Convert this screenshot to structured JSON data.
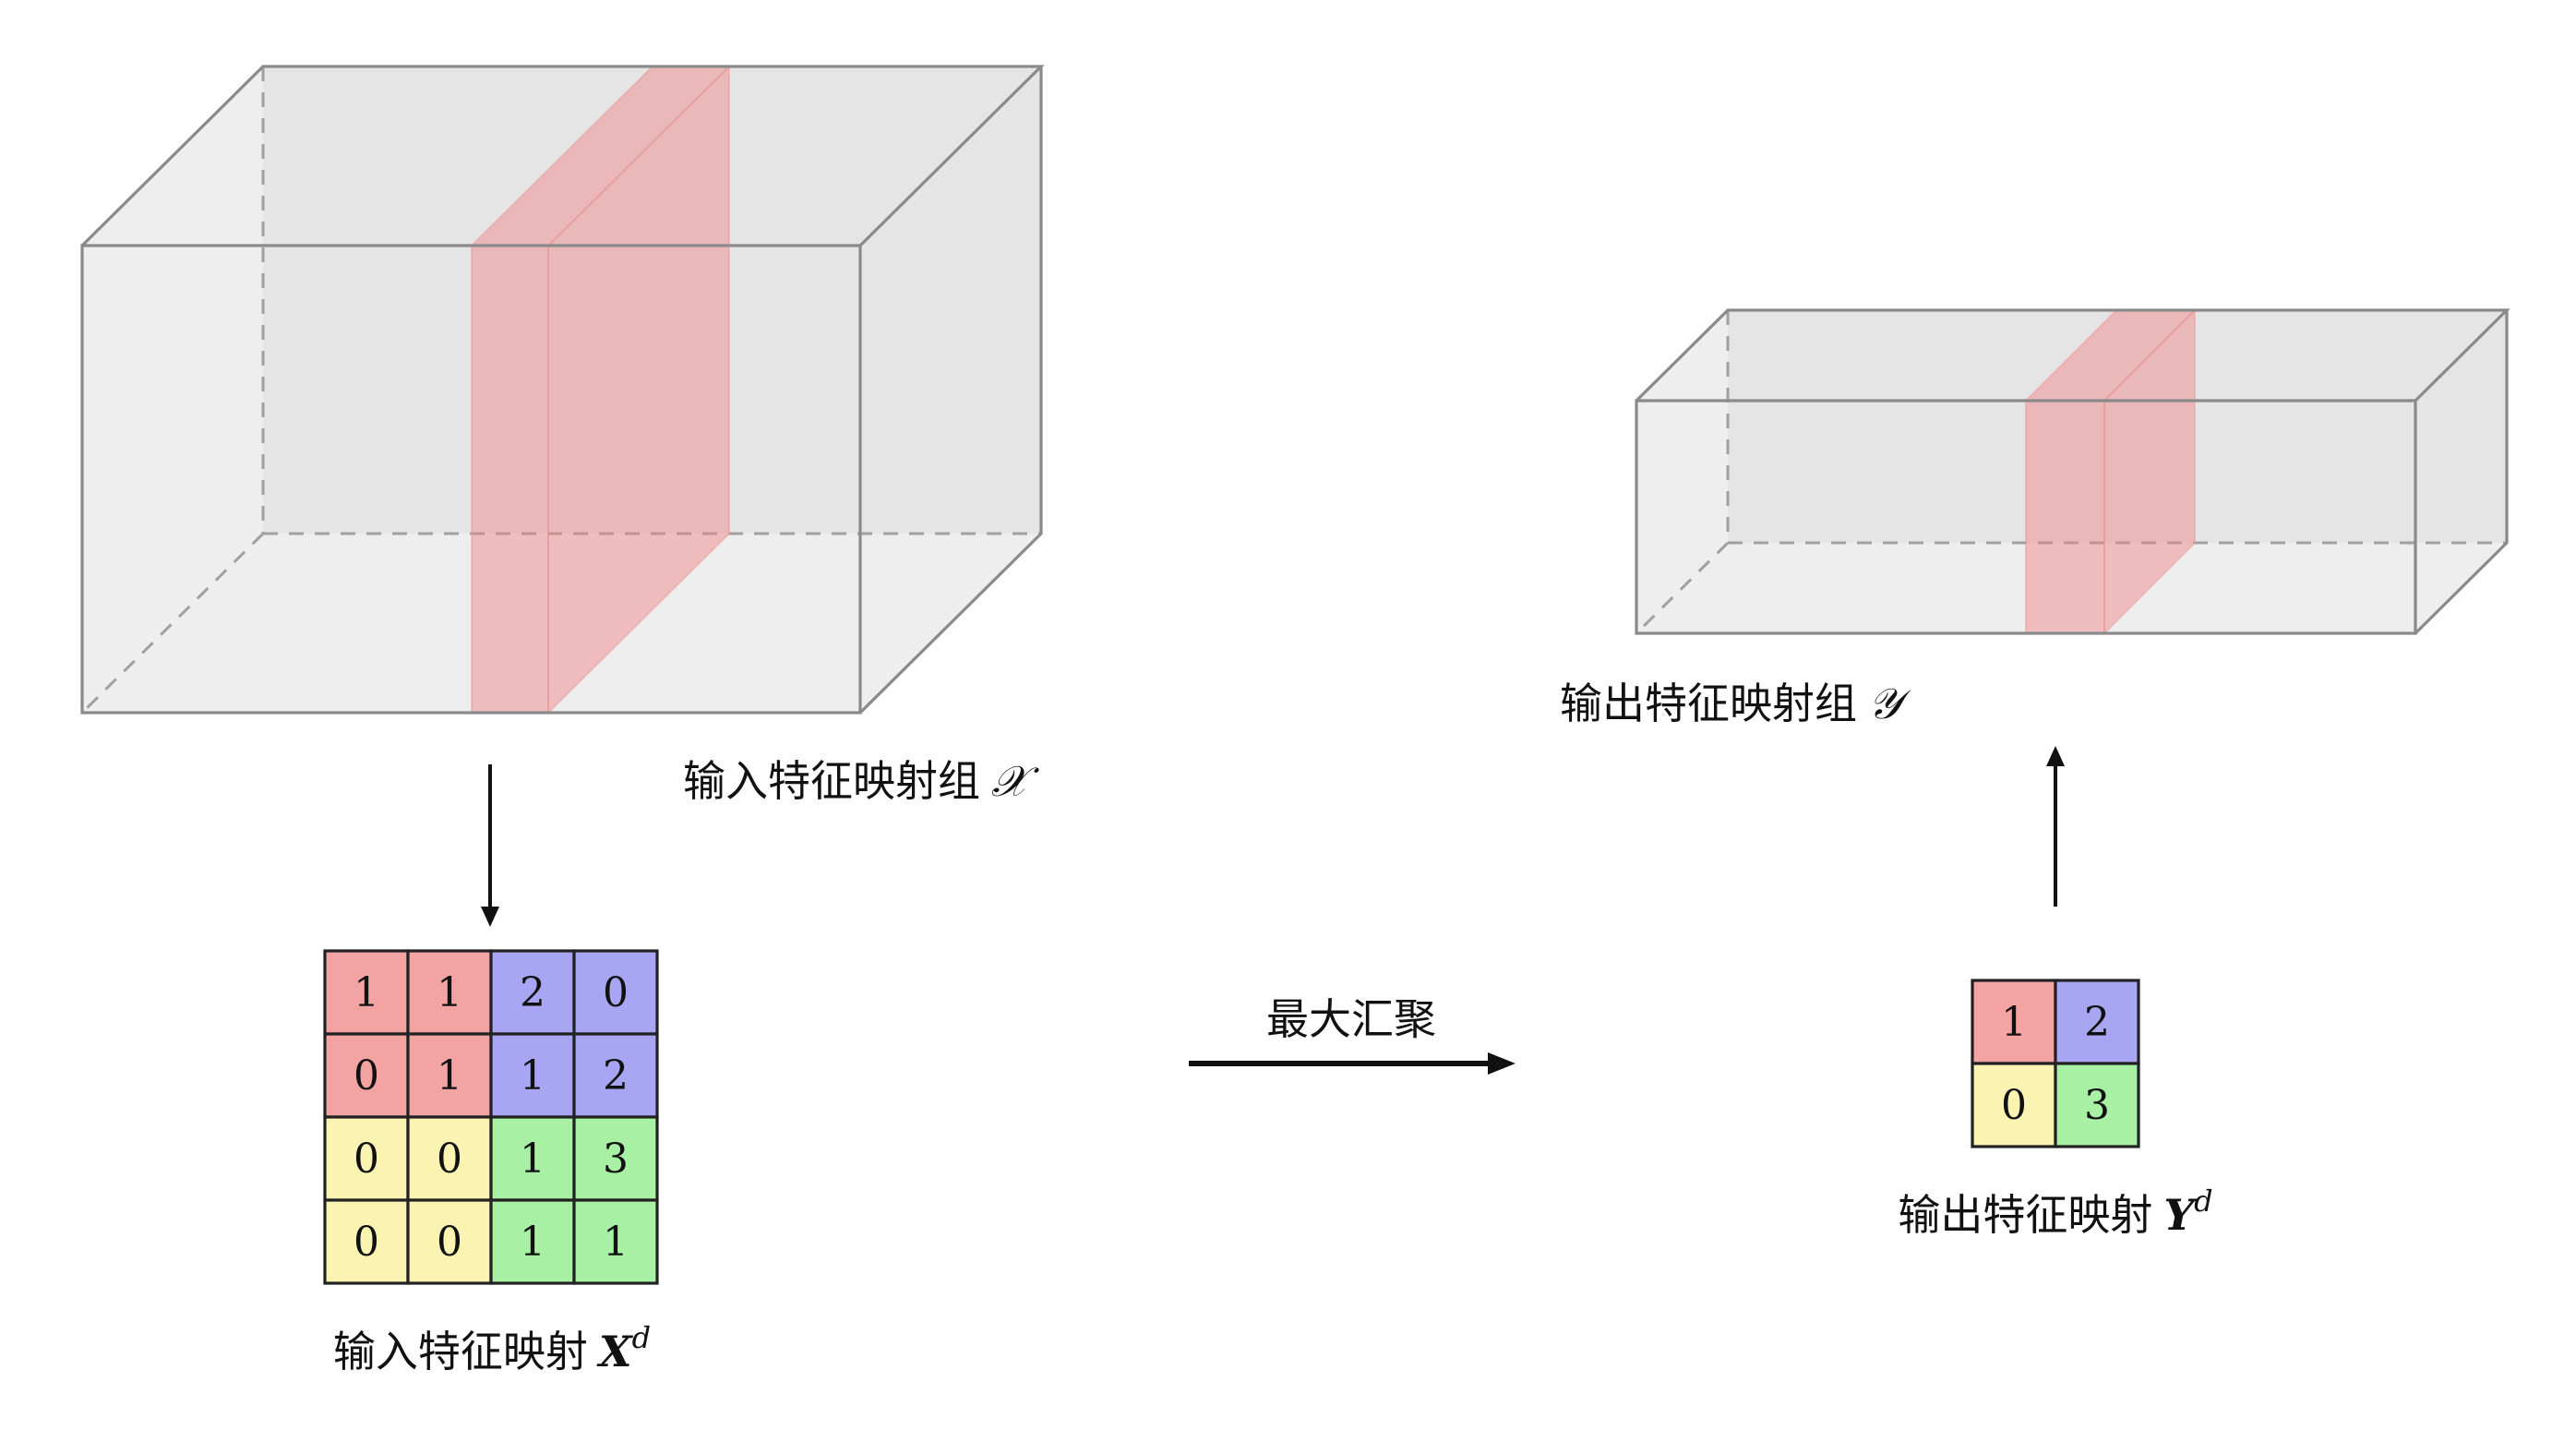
{
  "colors": {
    "red": "#f4a3a3",
    "blue": "#a8a6f2",
    "yellow": "#fbf3b2",
    "green": "#a8f0a4",
    "slice": "#f08080",
    "box": "#d9d9d9"
  },
  "input_group": {
    "label": "输入特征映射组",
    "symbol": "𝒳"
  },
  "output_group": {
    "label": "输出特征映射组",
    "symbol": "𝒴"
  },
  "input_map": {
    "label": "输入特征映射",
    "symbol": "X",
    "superscript": "d",
    "cells": [
      [
        {
          "v": "1",
          "c": "red"
        },
        {
          "v": "1",
          "c": "red"
        },
        {
          "v": "2",
          "c": "blue"
        },
        {
          "v": "0",
          "c": "blue"
        }
      ],
      [
        {
          "v": "0",
          "c": "red"
        },
        {
          "v": "1",
          "c": "red"
        },
        {
          "v": "1",
          "c": "blue"
        },
        {
          "v": "2",
          "c": "blue"
        }
      ],
      [
        {
          "v": "0",
          "c": "yellow"
        },
        {
          "v": "0",
          "c": "yellow"
        },
        {
          "v": "1",
          "c": "green"
        },
        {
          "v": "3",
          "c": "green"
        }
      ],
      [
        {
          "v": "0",
          "c": "yellow"
        },
        {
          "v": "0",
          "c": "yellow"
        },
        {
          "v": "1",
          "c": "green"
        },
        {
          "v": "1",
          "c": "green"
        }
      ]
    ]
  },
  "output_map": {
    "label": "输出特征映射",
    "symbol": "Y",
    "superscript": "d",
    "cells": [
      [
        {
          "v": "1",
          "c": "red"
        },
        {
          "v": "2",
          "c": "blue"
        }
      ],
      [
        {
          "v": "0",
          "c": "yellow"
        },
        {
          "v": "3",
          "c": "green"
        }
      ]
    ]
  },
  "operation": {
    "label": "最大汇聚"
  }
}
